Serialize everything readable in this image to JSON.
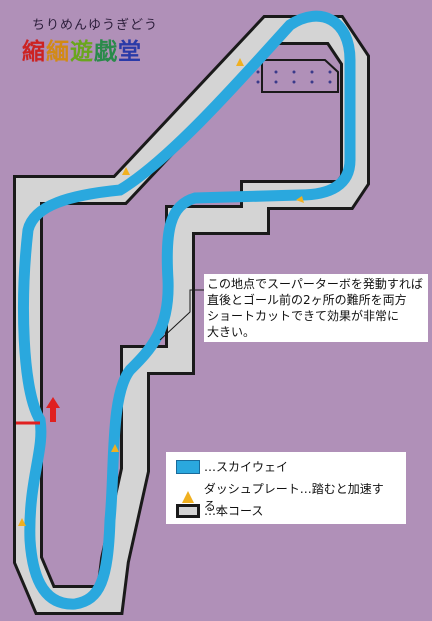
{
  "header": {
    "site_name": "ちりめんゆうぎどう",
    "site_title_chars": [
      "縮",
      "緬",
      "遊",
      "戯",
      "堂"
    ],
    "site_title_colors": [
      "#cc2222",
      "#d28a14",
      "#6aa61e",
      "#2a8a4a",
      "#2a3aa8"
    ]
  },
  "callout": {
    "line1": "この地点でスーパーターボを発動すれば",
    "line2": "直後とゴール前の2ヶ所の難所を両方",
    "line3": "ショートカットできて効果が非常に",
    "line4": "大きい。"
  },
  "legend": {
    "skyway": "…スカイウェイ",
    "dash_plate": "ダッシュプレート…踏むと加速する。",
    "main_course": "…本コース"
  },
  "colors": {
    "background": "#b090b8",
    "course_fill": "#d4d4d4",
    "course_outline": "#1a1a1a",
    "skyway": "#2aa8de",
    "dash_plate": "#f0b020",
    "start_line": "#e02020",
    "direction_arrow": "#e02020"
  },
  "icons": {
    "direction": "up-arrow-icon",
    "dash_plate": "triangle-icon"
  }
}
